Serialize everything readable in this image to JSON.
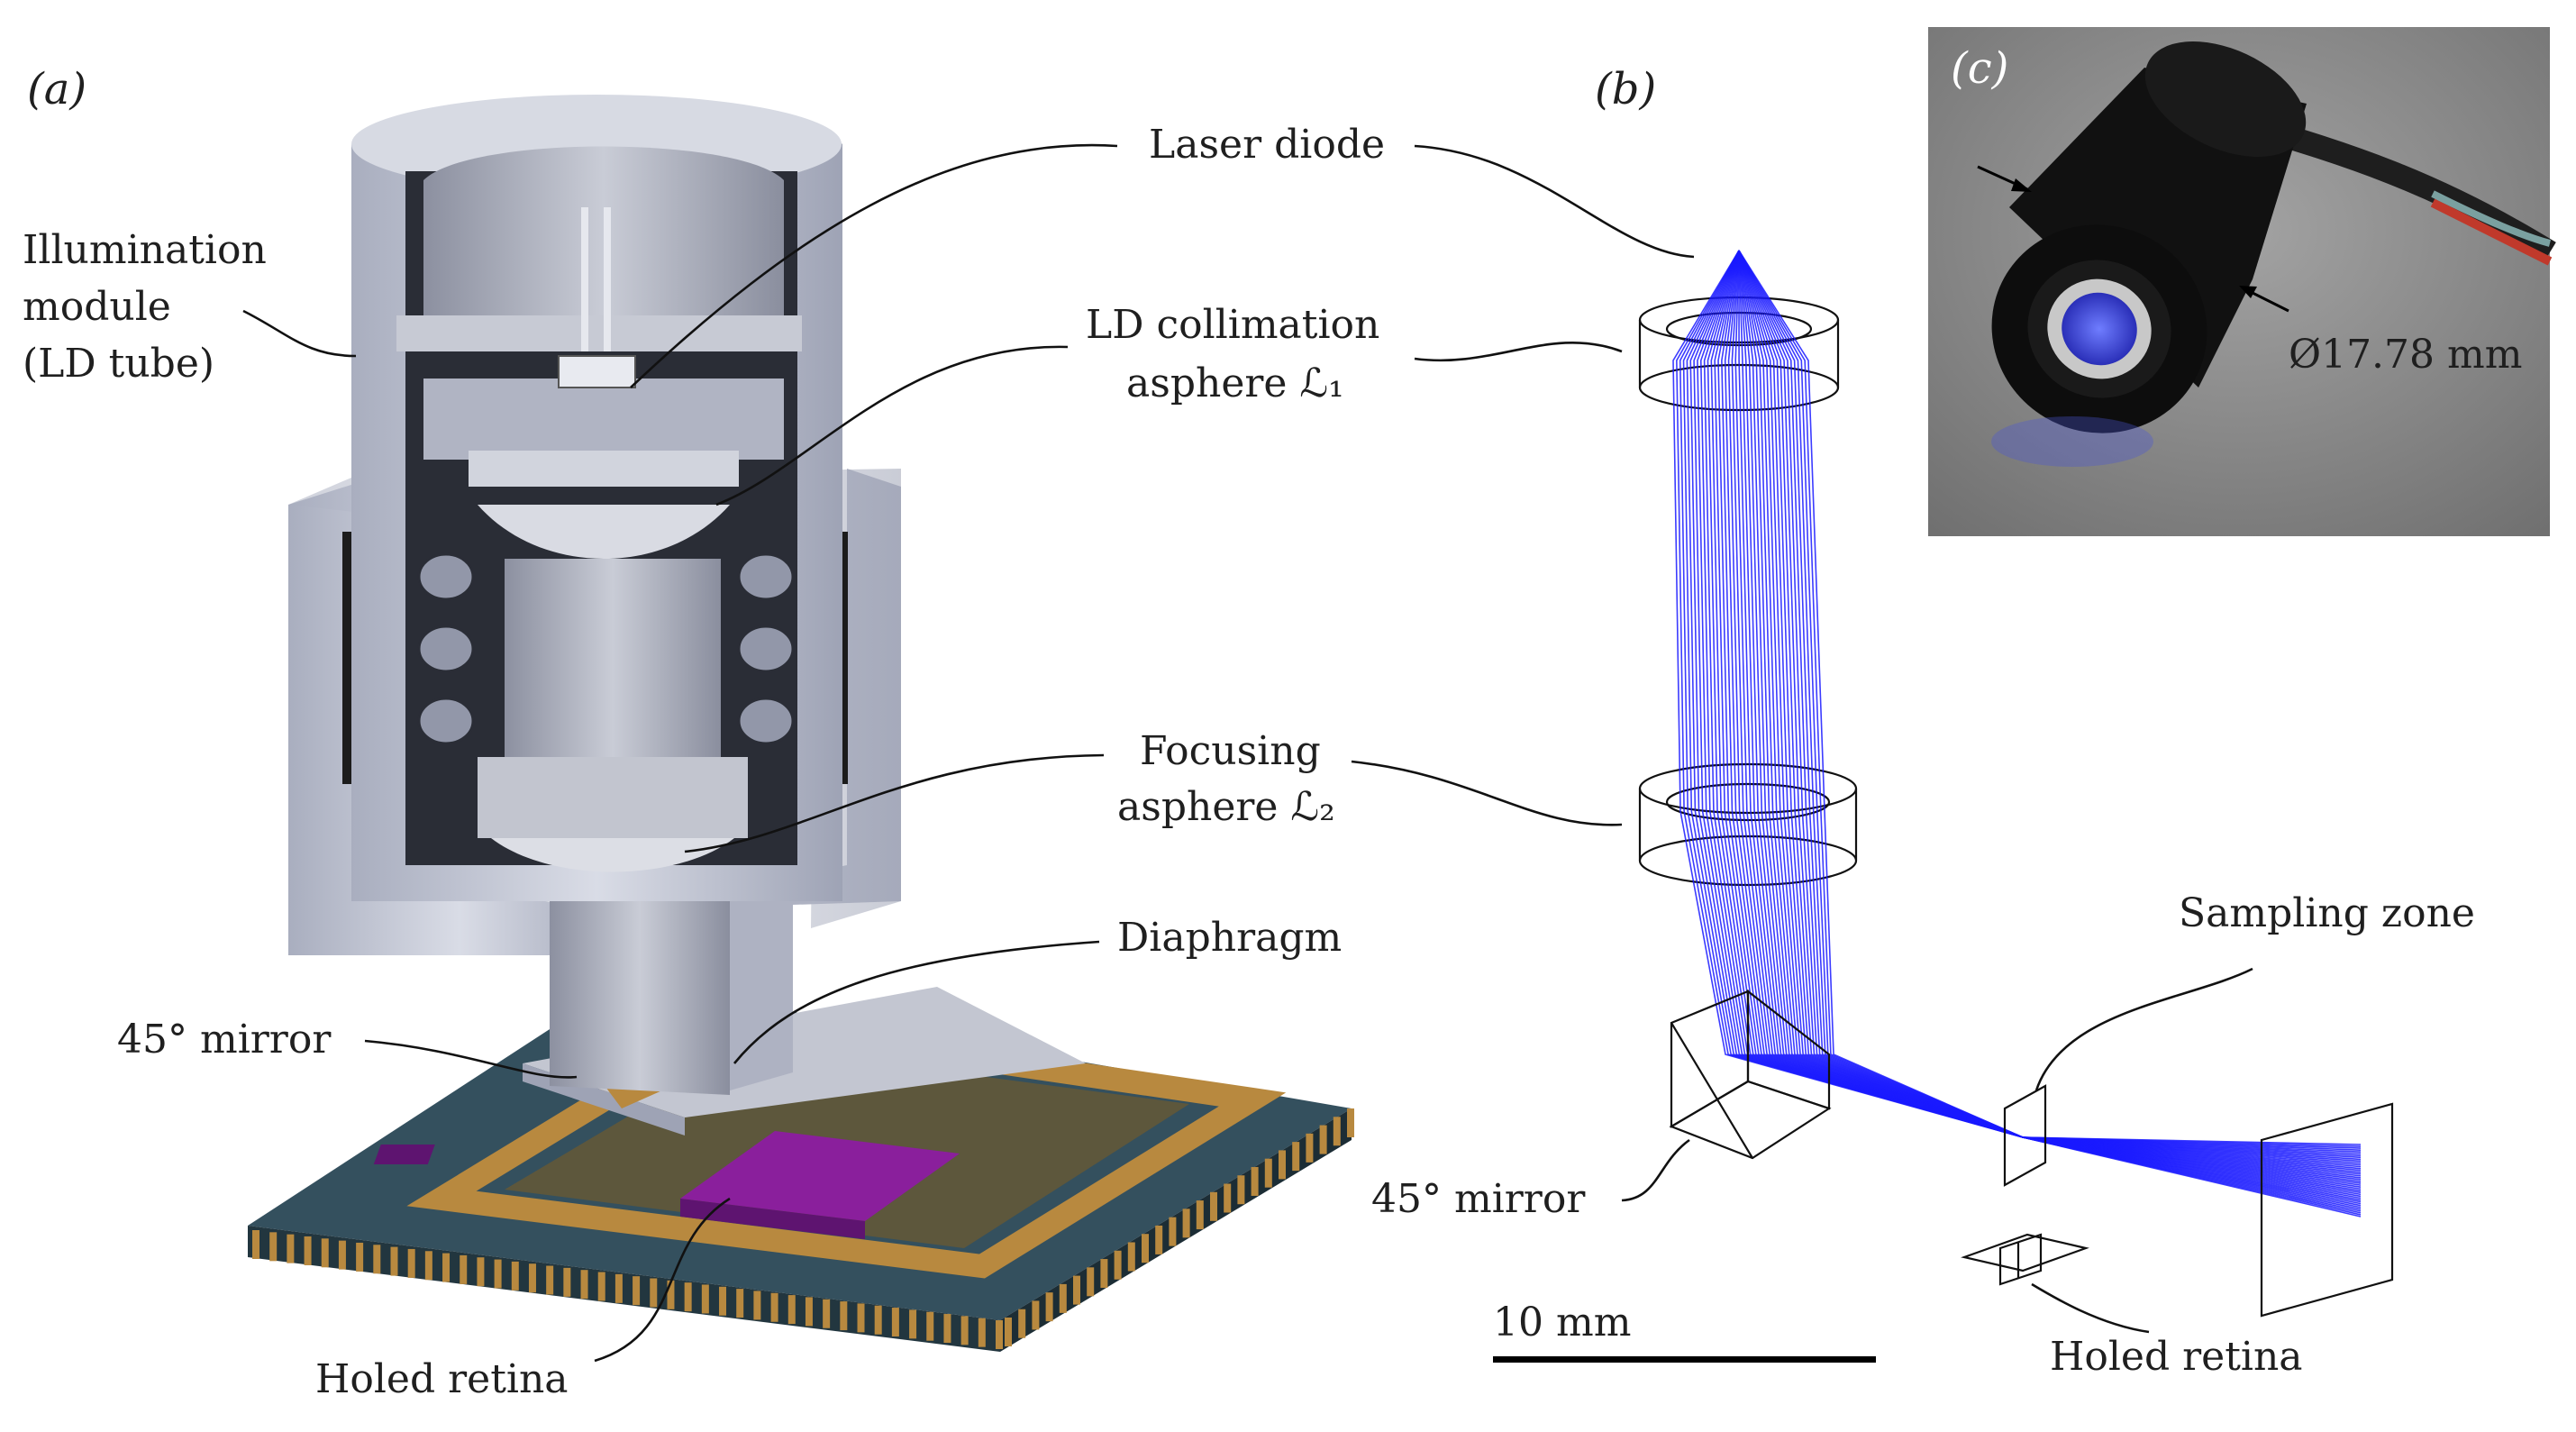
{
  "panels": {
    "a": "(a)",
    "b": "(b)",
    "c": "(c)"
  },
  "labels": {
    "illumination_module": [
      "Illumination",
      "module",
      "(LD tube)"
    ],
    "laser_diode": "Laser diode",
    "ld_collimation": [
      "LD collimation",
      "asphere ℒ₁"
    ],
    "focusing": [
      "Focusing",
      "asphere ℒ₂"
    ],
    "diaphragm": "Diaphragm",
    "mirror_a": "45° mirror",
    "holed_retina_a": "Holed retina",
    "mirror_b": "45° mirror",
    "sampling_zone": "Sampling zone",
    "holed_retina_b": "Holed retina",
    "scale_bar": "10 mm",
    "diameter": "Ø17.78 mm"
  },
  "colors": {
    "housing": "#b8bccb",
    "housing_dark": "#8e93a6",
    "chip_base": "#2e4653",
    "gold": "#b8893f",
    "purple": "#8a1f9c",
    "rays": "#1a1aff",
    "photo_bg": "#8c8c8c"
  }
}
